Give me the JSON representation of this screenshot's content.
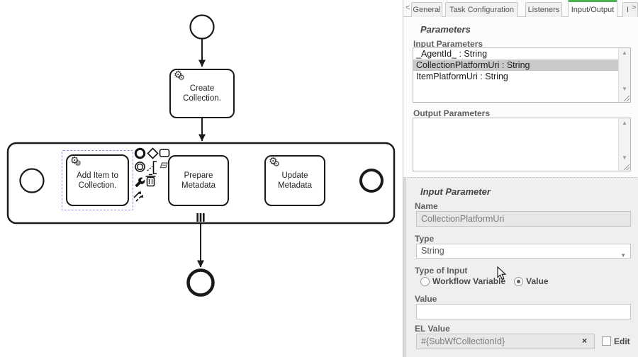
{
  "icons": {
    "gear": "⚙",
    "dropdown_arrow": "▼",
    "scroll_up": "▲",
    "scroll_down": "▼",
    "close": "×",
    "scroll_left": "<",
    "scroll_right": ">"
  },
  "colors": {
    "tab_active_accent": "#4caf50",
    "selection_outline": "#8f8fe8",
    "list_selection_bg": "#c9c9c9",
    "diagram_stroke": "#1a1a1a"
  },
  "diagram": {
    "tasks": [
      {
        "line1": "Create",
        "line2": "Collection."
      },
      {
        "line1": "Add Item to",
        "line2": "Collection."
      },
      {
        "line1": "Prepare",
        "line2": "Metadata"
      },
      {
        "line1": "Update",
        "line2": "Metadata"
      }
    ],
    "subprocess_marker": "parallel-multi-instance"
  },
  "panel": {
    "tabs": {
      "items": [
        {
          "label": "General"
        },
        {
          "label": "Task Configuration"
        },
        {
          "label": "Listeners"
        },
        {
          "label": "Input/Output"
        },
        {
          "label": "I"
        }
      ],
      "active": "Input/Output"
    },
    "parameters": {
      "title": "Parameters",
      "input_label": "Input Parameters",
      "input_items": [
        "_AgentId_ : String",
        "CollectionPlatformUri : String",
        "ItemPlatformUri : String"
      ],
      "selected_input": "CollectionPlatformUri : String",
      "output_label": "Output Parameters",
      "output_items": []
    },
    "input_parameter": {
      "title": "Input Parameter",
      "name_label": "Name",
      "name_value": "CollectionPlatformUri",
      "type_label": "Type",
      "type_value": "String",
      "type_of_input_label": "Type of Input",
      "radio_options": [
        {
          "label": "Workflow Variable",
          "selected": false
        },
        {
          "label": "Value",
          "selected": true
        }
      ],
      "value_label": "Value",
      "value_value": "",
      "el_value_label": "EL Value",
      "el_value_value": "#{SubWfCollectionId}",
      "edit_label": "Edit",
      "edit_checked": false
    }
  }
}
